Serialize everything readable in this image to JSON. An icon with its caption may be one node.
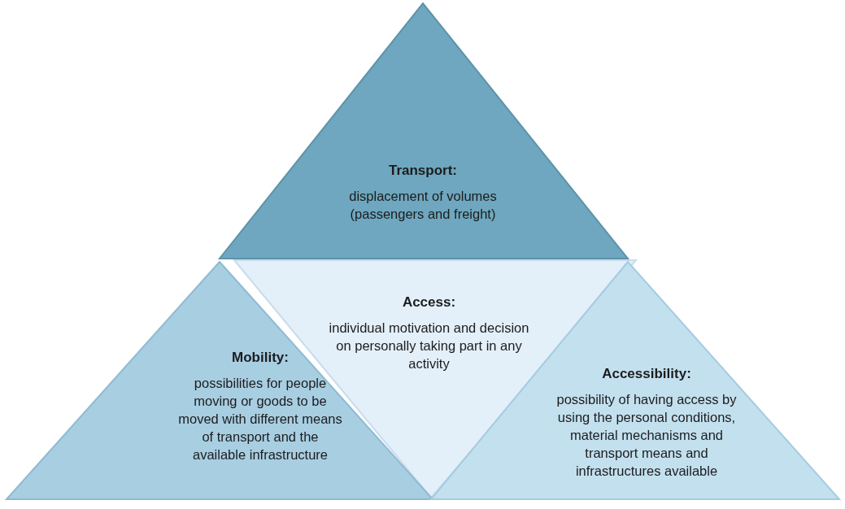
{
  "diagram": {
    "nodes": [
      {
        "text": [
          "Transport:",
          "displacement of volumes (passengers and freight)"
        ]
      },
      {
        "text": [
          "Access:",
          "individual motivation and decision on personally taking part in any activity"
        ]
      },
      {
        "text": [
          "Mobility:",
          "possibilities for people moving or goods to be moved with different means of transport and the available infrastructure"
        ]
      },
      {
        "text": [
          "Accessibility:",
          "possibility of having access by using the personal conditions, material mechanisms and transport means and infrastructures available"
        ]
      }
    ]
  }
}
